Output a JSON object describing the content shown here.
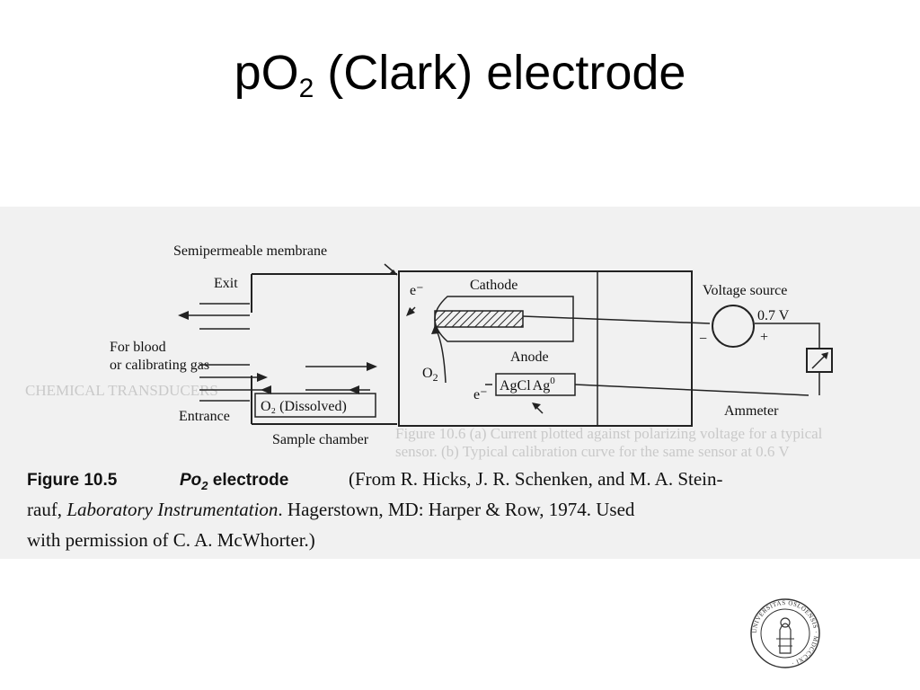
{
  "title": {
    "main": "pO",
    "sub": "2",
    "rest": " (Clark) electrode"
  },
  "diagram": {
    "labels": {
      "membrane": "Semipermeable membrane",
      "exit": "Exit",
      "blood_line1": "For blood",
      "blood_line2": "or calibrating gas",
      "entrance": "Entrance",
      "o2_dissolved": "O₂ (Dissolved)",
      "sample_chamber": "Sample chamber",
      "cathode": "Cathode",
      "anode": "Anode",
      "agcl": "AgCl",
      "ag": "Ag",
      "ag_sup": "0",
      "o2": "O",
      "o2_sub": "2",
      "electron_top": "e⁻",
      "electron_bottom": "e⁻",
      "voltage_source": "Voltage source",
      "voltage_value": "0.7 V",
      "minus": "−",
      "plus": "+",
      "ammeter": "Ammeter"
    }
  },
  "caption": {
    "figure_label": "Figure 10.5",
    "figure_name_prefix": "Po",
    "figure_name_sub": "2",
    "figure_name_suffix": " electrode",
    "line1": "(From R. Hicks, J. R. Schenken, and M. A. Stein-",
    "line2_a": "rauf, ",
    "line2_italic": "Laboratory Instrumentation",
    "line2_b": ". Hagerstown, MD: Harper & Row, 1974. Used",
    "line3": "with permission of C. A. McWhorter.)"
  },
  "bleed_through": {
    "line1": "CHEMICAL TRANSDUCERS",
    "line2": "Figure 10.6   (a) Current plotted against polarizing voltage for a typical",
    "line3": "sensor. (b) Typical calibration curve for the same sensor at 0.6 V"
  },
  "logo": {
    "text": "UNIVERSITAS OSLOENSIS MDCCCXI"
  }
}
